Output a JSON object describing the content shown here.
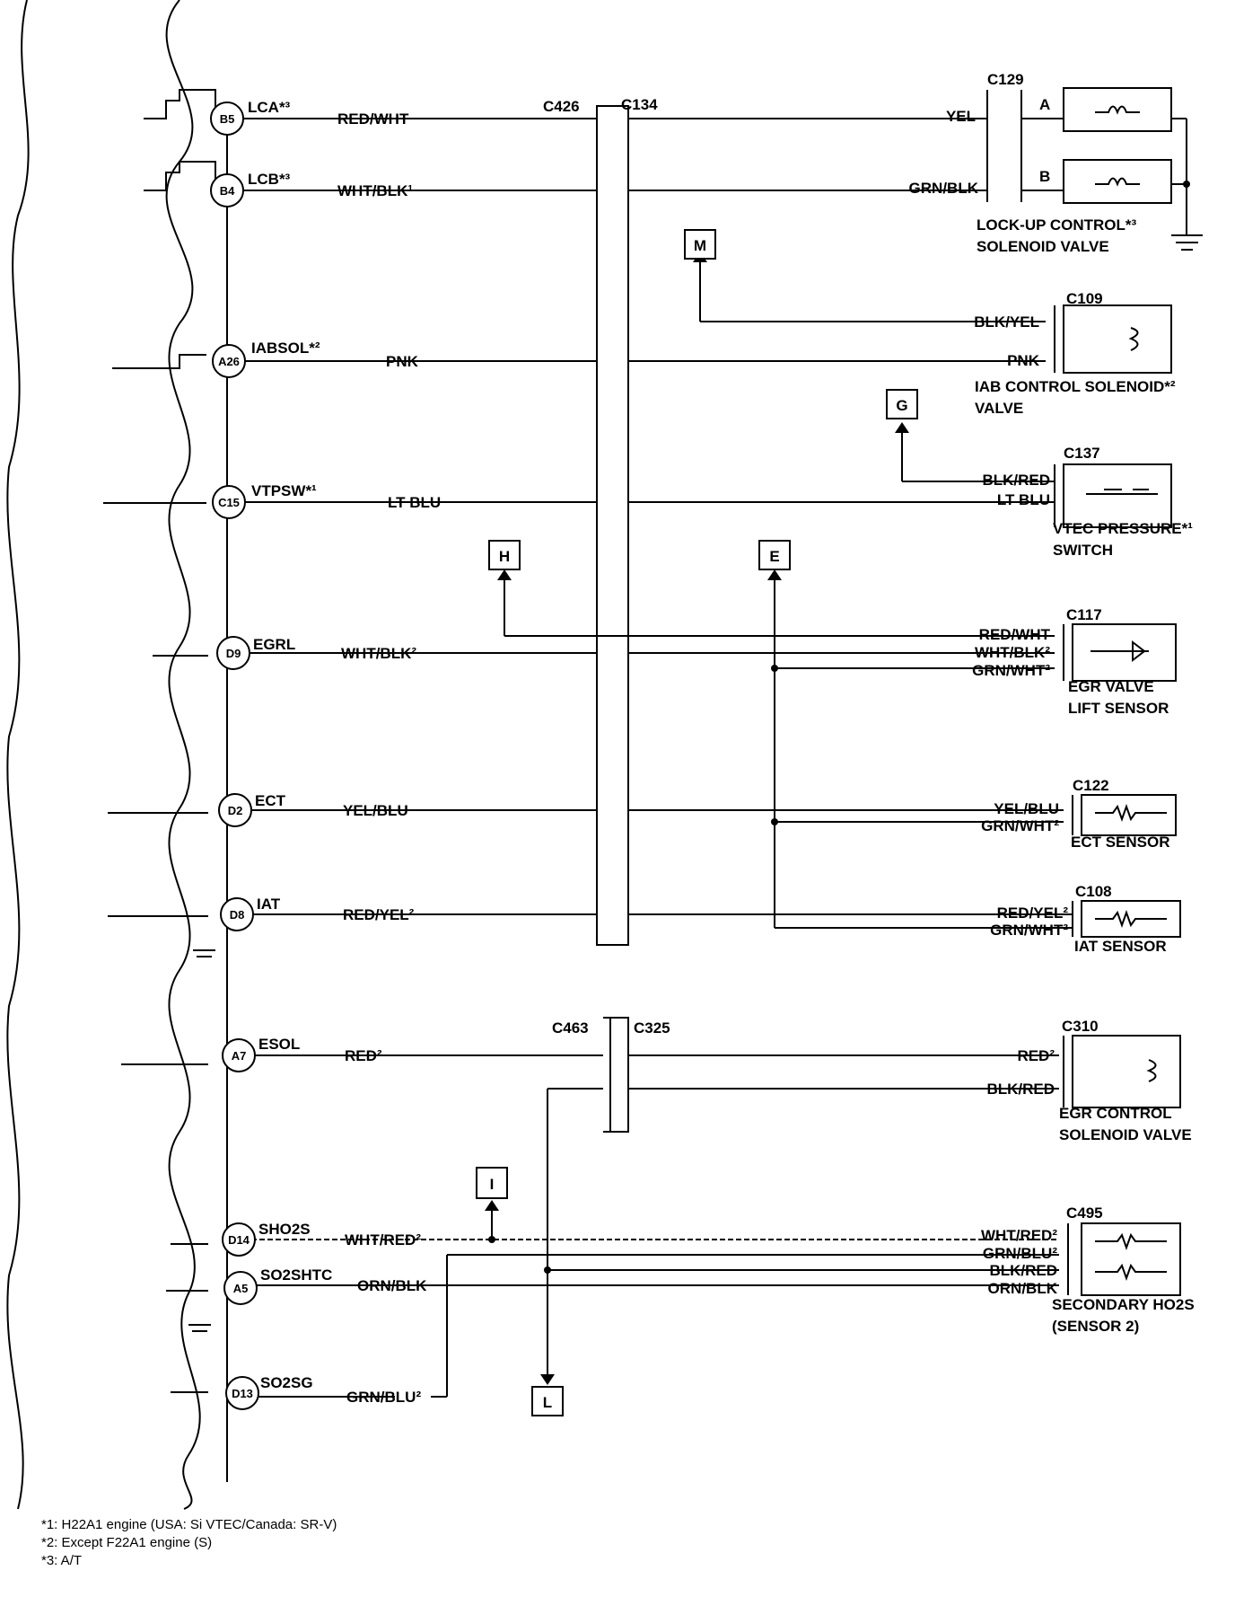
{
  "pins": [
    {
      "id": "B5",
      "name": "LCA*³",
      "wire": "RED/WHT"
    },
    {
      "id": "B4",
      "name": "LCB*³",
      "wire": "WHT/BLK¹"
    },
    {
      "id": "A26",
      "name": "IABSOL*²",
      "wire": "PNK"
    },
    {
      "id": "C15",
      "name": "VTPSW*¹",
      "wire": "LT BLU"
    },
    {
      "id": "D9",
      "name": "EGRL",
      "wire": "WHT/BLK²"
    },
    {
      "id": "D2",
      "name": "ECT",
      "wire": "YEL/BLU"
    },
    {
      "id": "D8",
      "name": "IAT",
      "wire": "RED/YEL²"
    },
    {
      "id": "A7",
      "name": "ESOL",
      "wire": "RED²"
    },
    {
      "id": "D14",
      "name": "SHO2S",
      "wire": "WHT/RED²"
    },
    {
      "id": "A5",
      "name": "SO2SHTC",
      "wire": "ORN/BLK"
    },
    {
      "id": "D13",
      "name": "SO2SG",
      "wire": "GRN/BLU²"
    }
  ],
  "connectors": {
    "c426": "C426",
    "c134": "C134",
    "c463": "C463",
    "c325": "C325",
    "c129": "C129",
    "c109": "C109",
    "c137": "C137",
    "c117": "C117",
    "c122": "C122",
    "c108": "C108",
    "c310": "C310",
    "c495": "C495"
  },
  "refs": {
    "m": "M",
    "g": "G",
    "h": "H",
    "e": "E",
    "i": "I",
    "l": "L"
  },
  "components": {
    "lockup_line1": "LOCK-UP CONTROL*³",
    "lockup_line2": "SOLENOID VALVE",
    "iab_line1": "IAB CONTROL SOLENOID*²",
    "iab_line2": "VALVE",
    "vtec_line1": "VTEC PRESSURE*¹",
    "vtec_line2": "SWITCH",
    "egr_line1": "EGR VALVE",
    "egr_line2": "LIFT SENSOR",
    "ect_label": "ECT SENSOR",
    "iat_label": "IAT SENSOR",
    "egrc_line1": "EGR CONTROL",
    "egrc_line2": "SOLENOID VALVE",
    "ho2s_line1": "SECONDARY HO2S",
    "ho2s_line2": "(SENSOR 2)"
  },
  "right_wires": {
    "yel": "YEL",
    "grn_blk": "GRN/BLK",
    "blk_yel": "BLK/YEL",
    "pnk": "PNK",
    "blk_red_g": "BLK/RED",
    "lt_blu": "LT BLU",
    "red_wht": "RED/WHT",
    "wht_blk2": "WHT/BLK²",
    "grn_wht2_a": "GRN/WHT²",
    "yel_blu": "YEL/BLU",
    "grn_wht2_b": "GRN/WHT²",
    "red_yel2": "RED/YEL²",
    "grn_wht2_c": "GRN/WHT²",
    "red2": "RED²",
    "blk_red_e": "BLK/RED",
    "wht_red2": "WHT/RED²",
    "grn_blu2": "GRN/BLU²",
    "blk_red_h": "BLK/RED",
    "orn_blk": "ORN/BLK",
    "term_a": "A",
    "term_b": "B"
  },
  "notes": [
    "*1: H22A1 engine (USA: Si VTEC/Canada: SR-V)",
    "*2: Except F22A1 engine (S)",
    "*3: A/T"
  ]
}
